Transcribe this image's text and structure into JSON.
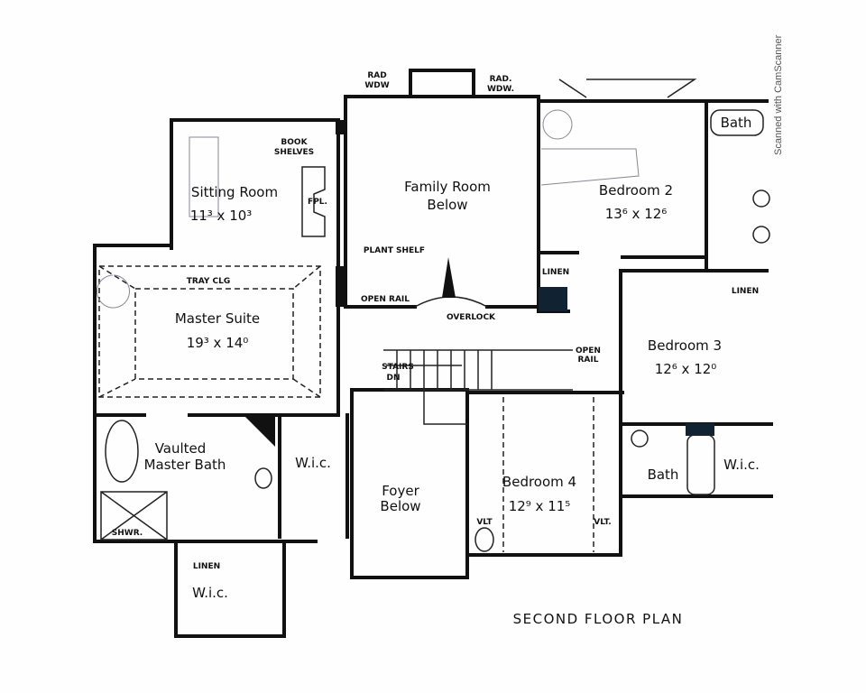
{
  "title": "SECOND FLOOR PLAN",
  "watermark": "Scanned with CamScanner",
  "rooms": {
    "sitting_room": {
      "name": "Sitting Room",
      "size": "11³ x 10³"
    },
    "family_room": {
      "name": "Family Room",
      "sub": "Below"
    },
    "bedroom2": {
      "name": "Bedroom 2",
      "size": "13⁶ x 12⁶"
    },
    "bedroom3": {
      "name": "Bedroom 3",
      "size": "12⁶ x 12⁰"
    },
    "bedroom4": {
      "name": "Bedroom 4",
      "size": "12⁹ x 11⁵"
    },
    "master_suite": {
      "name": "Master Suite",
      "size": "19³ x 14⁰"
    },
    "master_bath": {
      "name": "Vaulted",
      "sub": "Master Bath"
    },
    "foyer": {
      "name": "Foyer",
      "sub": "Below"
    },
    "bath_top": "Bath",
    "bath_right": "Bath",
    "wic_mid": "W.i.c.",
    "wic_right": "W.i.c.",
    "wic_bottom": "W.i.c."
  },
  "notes": {
    "book": "BOOK",
    "shelves": "SHELVES",
    "fpl": "FPL.",
    "rad_wdw_1a": "RAD",
    "rad_wdw_1b": "WDW",
    "rad_wdw_2a": "RAD.",
    "rad_wdw_2b": "WDW.",
    "plant_shelf": "PLANT SHELF",
    "open_rail_1": "OPEN RAIL",
    "overlook": "OVERLOCK",
    "tray_clg": "TRAY CLG",
    "linen_1": "LINEN",
    "linen_2": "LINEN",
    "linen_3": "LINEN",
    "open_rail_2a": "OPEN",
    "open_rail_2b": "RAIL",
    "stairs": "STAIRS",
    "dn": "DN",
    "vlt_1": "VLT",
    "vlt_2": "VLT.",
    "shwr": "SHWR."
  }
}
